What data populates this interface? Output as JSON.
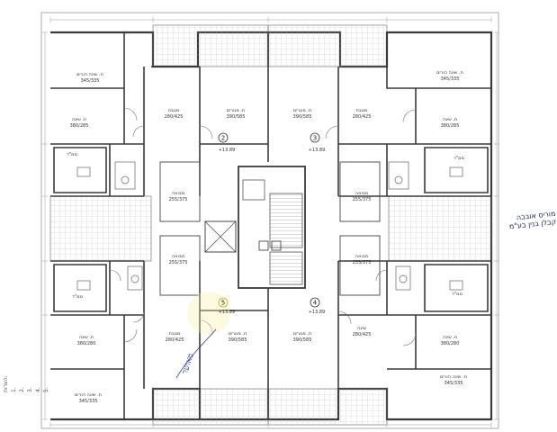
{
  "apartments": {
    "a2": "2",
    "a3": "3",
    "a4": "4",
    "a5": "5"
  },
  "levels": {
    "l1": "+13.89",
    "l2": "+13.89",
    "l3": "+13.89",
    "l4": "+13.89"
  },
  "rooms": {
    "tl_top": "ח. שינה הורים",
    "tl_top_dim": "345/335",
    "tl_mid": "ח. שינה",
    "tl_mid_dim": "380/285",
    "tl_bath": "ממ\"ד",
    "t_kitchen": "מטבח",
    "t_kitchen_dim": "280/425",
    "t_living_l": "ח. מגורים",
    "t_living_l_dim": "390/585",
    "t_living_r": "ח. מגורים",
    "t_living_r_dim": "390/585",
    "tr_kitchen": "מטבח",
    "tr_kitchen_dim": "280/425",
    "tr_top": "ח. שינה הורים",
    "tr_top_dim": "345/335",
    "tr_mid": "ח. שינה",
    "tr_mid_dim": "380/285",
    "tr_bath": "ממ\"ד",
    "bl_bath": "ממ\"ד",
    "bl_mid": "ח. שינה",
    "bl_mid_dim": "380/280",
    "bl_bot": "ח. שינה הורים",
    "bl_bot_dim": "345/335",
    "b_kitchen": "מטבח",
    "b_kitchen_dim": "280/425",
    "b_living_l": "ח. מגורים",
    "b_living_l_dim": "390/585",
    "b_living_r": "ח. מגורים",
    "b_living_r_dim": "390/585",
    "br_kitchen": "שינה",
    "br_kitchen_dim": "280/425",
    "br_bath": "ממ\"ד",
    "br_mid": "ח. שינה",
    "br_mid_dim": "380/280",
    "br_bot": "ח. שינה הורים",
    "br_bot_dim": "345/335",
    "hall_tl": "מבואה",
    "hall_tl_dim": "255/375",
    "hall_tr": "מבואה",
    "hall_tr_dim": "255/375",
    "hall_bl": "מבואה",
    "hall_bl_dim": "255/375",
    "hall_br": "מבואה",
    "hall_br_dim": "255/375"
  },
  "stamp": {
    "line1": "מוריס אובבה",
    "line2": "קבלן בנין בע\"מ"
  },
  "signature": "מאושר",
  "legend": [
    "הערות:",
    "1. ",
    "2. ",
    "3. ",
    "4. ",
    "5. "
  ],
  "colors": {
    "wall": "#3a3a3a",
    "line": "#6a6a6a",
    "stamp": "#1c2a6b",
    "ink": "#2a3d9e",
    "highlight": "#f6f0a6"
  }
}
